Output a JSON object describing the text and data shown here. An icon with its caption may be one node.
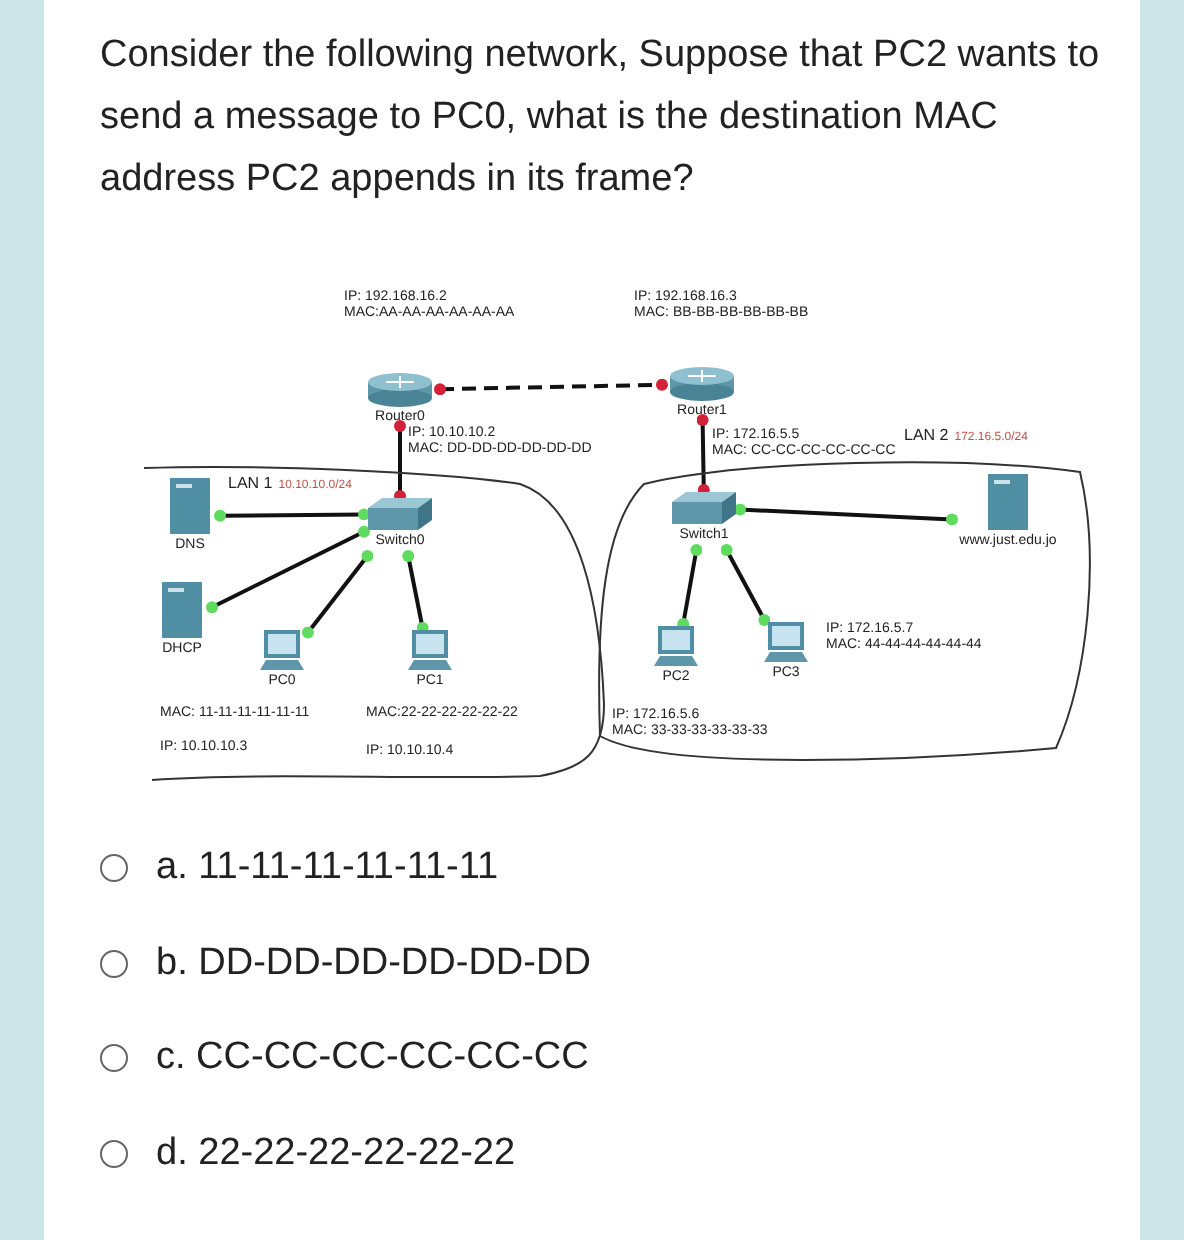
{
  "diagram": {
    "title": "Consider the following network, Suppose that PC2 wants to send a message to PC0, what is the destination MAC address PC2 appends in its frame?",
    "nodes": [
      {
        "text": [
          "Router0"
        ],
        "beside": [
          "IP: 192.168.16.2",
          "MAC:AA-AA-AA-AA-AA-AA",
          "IP: 10.10.10.2",
          "MAC: DD-DD-DD-DD-DD-DD"
        ]
      },
      {
        "text": [
          "Router1"
        ],
        "beside": [
          "IP: 192.168.16.3",
          "MAC: BB-BB-BB-BB-BB-BB",
          "IP: 172.16.5.5",
          "MAC: CC-CC-CC-CC-CC-CC"
        ]
      },
      {
        "text": [
          "LAN 1",
          "10.10.10.0/24"
        ]
      },
      {
        "text": [
          "DNS"
        ],
        "in": 2
      },
      {
        "text": [
          "Switch0"
        ],
        "in": 2
      },
      {
        "text": [
          "DHCP"
        ],
        "in": 2
      },
      {
        "text": [
          "PC0"
        ],
        "in": 2,
        "beside": [
          "MAC: 11-11-11-11-11-11",
          "IP: 10.10.10.3"
        ]
      },
      {
        "text": [
          "PC1"
        ],
        "in": 2,
        "beside": [
          "MAC:22-22-22-22-22-22",
          "IP: 10.10.10.4"
        ]
      },
      {
        "text": [
          "LAN 2",
          "172.16.5.0/24"
        ]
      },
      {
        "text": [
          "Switch1"
        ],
        "in": 8
      },
      {
        "text": [
          "www.just.edu.jo"
        ],
        "in": 8
      },
      {
        "text": [
          "PC2"
        ],
        "in": 8,
        "beside": [
          "IP: 172.16.5.6",
          "MAC: 33-33-33-33-33-33"
        ]
      },
      {
        "text": [
          "PC3"
        ],
        "in": 8,
        "beside": [
          "IP: 172.16.5.7",
          "MAC: 44-44-44-44-44-44"
        ]
      }
    ],
    "edges": [
      {
        "from": 0,
        "to": 1,
        "arrow": "other",
        "style": "dashed"
      },
      {
        "from": 0,
        "to": 4,
        "arrow": "other"
      },
      {
        "from": 4,
        "to": 3,
        "arrow": "other"
      },
      {
        "from": 4,
        "to": 5,
        "arrow": "other"
      },
      {
        "from": 4,
        "to": 6,
        "arrow": "other"
      },
      {
        "from": 4,
        "to": 7,
        "arrow": "other"
      },
      {
        "from": 1,
        "to": 9,
        "arrow": "other"
      },
      {
        "from": 9,
        "to": 10,
        "arrow": "other"
      },
      {
        "from": 9,
        "to": 11,
        "arrow": "other"
      },
      {
        "from": 9,
        "to": 12,
        "arrow": "other"
      }
    ],
    "labels": [
      "a. 11-11-11-11-11-11",
      "b. DD-DD-DD-DD-DD-DD",
      "c. CC-CC-CC-CC-CC-CC",
      "d. 22-22-22-22-22-22"
    ]
  }
}
